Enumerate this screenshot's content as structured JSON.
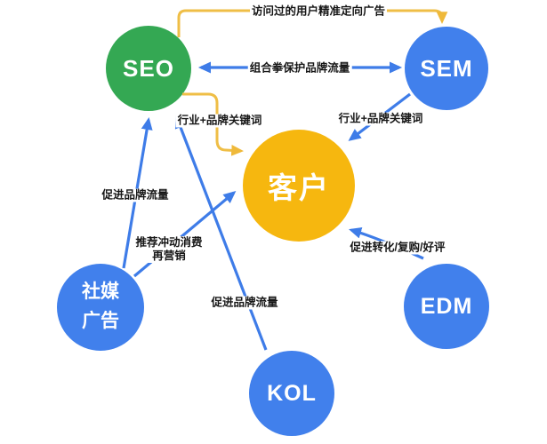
{
  "diagram": {
    "title_hint": "marketing-channels-relationship-diagram",
    "colors": {
      "seo_green": "#34A853",
      "channel_blue": "#4180EC",
      "customer_yellow": "#F6B70F",
      "arrow_blue": "#3E7CE8",
      "arrow_yellow": "#EFBE46",
      "label_text": "#161616",
      "background": "#FFFFFF"
    },
    "nodes": {
      "seo": {
        "label": "SEO"
      },
      "sem": {
        "label": "SEM"
      },
      "customer": {
        "label": "客户"
      },
      "social": {
        "line1": "社媒",
        "line2": "广告"
      },
      "edm": {
        "label": "EDM"
      },
      "kol": {
        "label": "KOL"
      }
    },
    "edges": {
      "retargeting": {
        "from": "SEO",
        "to": "SEM",
        "label": "访问过的用户精准定向广告"
      },
      "protect_brand": {
        "from": "SEO",
        "to": "SEM",
        "label": "组合拳保护品牌流量"
      },
      "seo_keywords": {
        "from": "SEO",
        "to": "客户",
        "label": "行业+品牌关键词"
      },
      "sem_keywords": {
        "from": "SEM",
        "to": "客户",
        "label": "行业+品牌关键词"
      },
      "social_seo": {
        "from": "社媒广告",
        "to": "SEO",
        "label": "促进品牌流量"
      },
      "social_customer": {
        "from": "社媒广告",
        "to": "客户",
        "line1": "推荐冲动消费",
        "line2": "再营销"
      },
      "kol_seo": {
        "from": "KOL",
        "to": "SEO",
        "label": "促进品牌流量"
      },
      "edm_customer": {
        "from": "EDM",
        "to": "客户",
        "label": "促进转化/复购/好评"
      }
    }
  }
}
